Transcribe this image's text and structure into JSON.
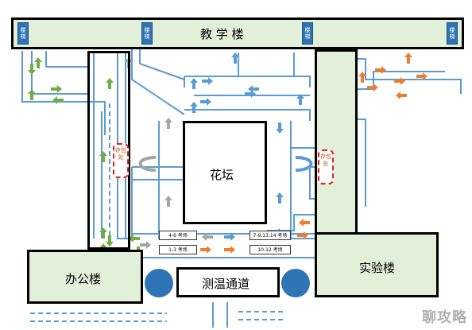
{
  "buildings": {
    "teaching": "教  学  楼",
    "flower_bed": "花坛",
    "office": "办公楼",
    "temperature": "测温通道",
    "lab": "实验楼"
  },
  "stairs": [
    "楼梯",
    "楼梯",
    "楼梯",
    "楼梯"
  ],
  "bag_storage": [
    "存包处",
    "存包处"
  ],
  "exam_halls": [
    "4-6 考场",
    "1-3 考场",
    "7-9.13.14 考场",
    "10-12 考场"
  ],
  "watermark": "聊攻略",
  "colors": {
    "route_blue": "#5b9bd5",
    "arrow_green": "#70ad47",
    "arrow_gray": "#a5a5a5",
    "arrow_orange": "#ed7d31",
    "arrow_blue": "#5b9bd5",
    "stair_blue": "#2e75b6",
    "building_fill": "#e2efd9",
    "bag_border": "#e02020"
  }
}
